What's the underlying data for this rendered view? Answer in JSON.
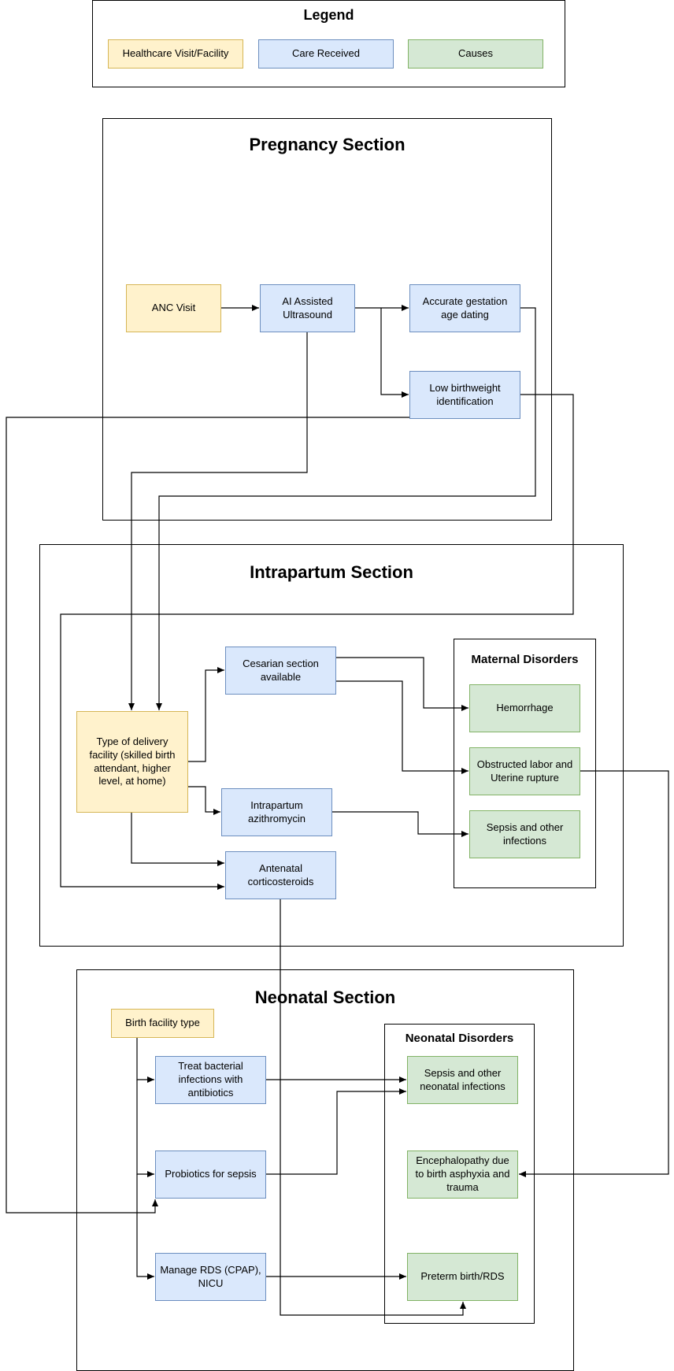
{
  "legend": {
    "title": "Legend",
    "facility_label": "Healthcare Visit/Facility",
    "care_label": "Care Received",
    "cause_label": "Causes"
  },
  "pregnancy": {
    "title": "Pregnancy Section",
    "anc_visit": "ANC Visit",
    "ai_ultrasound": "AI Assisted Ultrasound",
    "gestation_dating": "Accurate gestation age dating",
    "low_birthweight": "Low birthweight identification"
  },
  "intrapartum": {
    "title": "Intrapartum Section",
    "delivery_facility": "Type of delivery facility (skilled birth attendant, higher level, at home)",
    "cesarian": "Cesarian section available",
    "azithromycin": "Intrapartum azithromycin",
    "corticosteroids": "Antenatal corticosteroids",
    "maternal_disorders": {
      "title": "Maternal Disorders",
      "hemorrhage": "Hemorrhage",
      "obstructed_labor": "Obstructed labor and Uterine rupture",
      "sepsis": "Sepsis and other infections"
    }
  },
  "neonatal": {
    "title": "Neonatal Section",
    "birth_facility": "Birth facility type",
    "antibiotics": "Treat bacterial infections with antibiotics",
    "probiotics": "Probiotics for sepsis",
    "manage_rds": "Manage RDS (CPAP), NICU",
    "neonatal_disorders": {
      "title": "Neonatal Disorders",
      "sepsis": "Sepsis and other neonatal infections",
      "encephalopathy": "Encephalopathy due to birth asphyxia and trauma",
      "preterm": "Preterm birth/RDS"
    }
  }
}
